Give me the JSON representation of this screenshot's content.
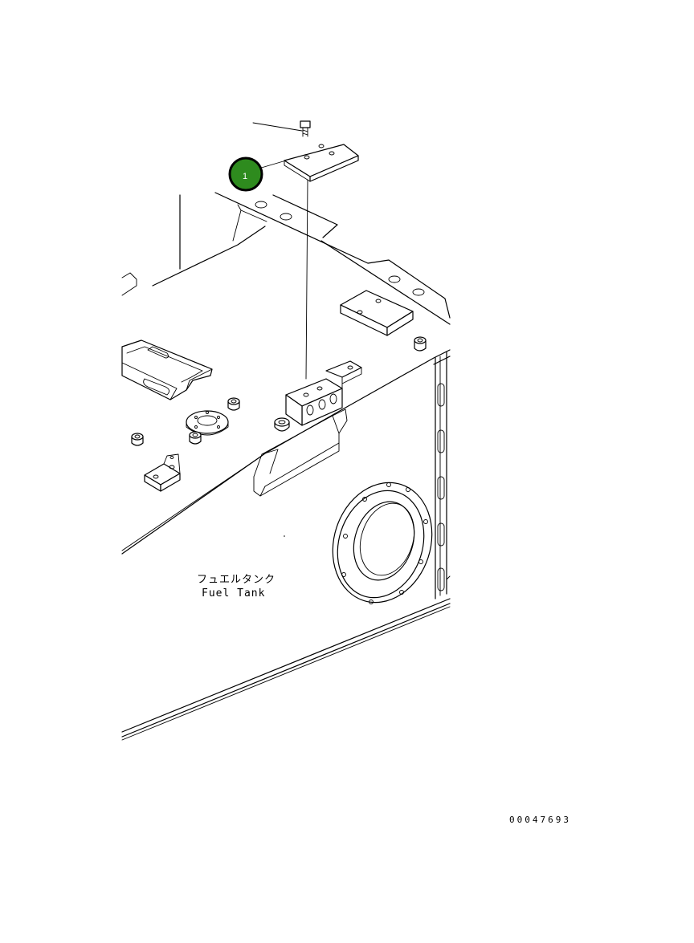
{
  "labels": {
    "part_name_jp": "フュエルタンク",
    "part_name_en": "Fuel Tank"
  },
  "callouts": [
    {
      "number": "1",
      "color": "#2e8b1e",
      "border": "#000000"
    }
  ],
  "document_number": "00047693"
}
